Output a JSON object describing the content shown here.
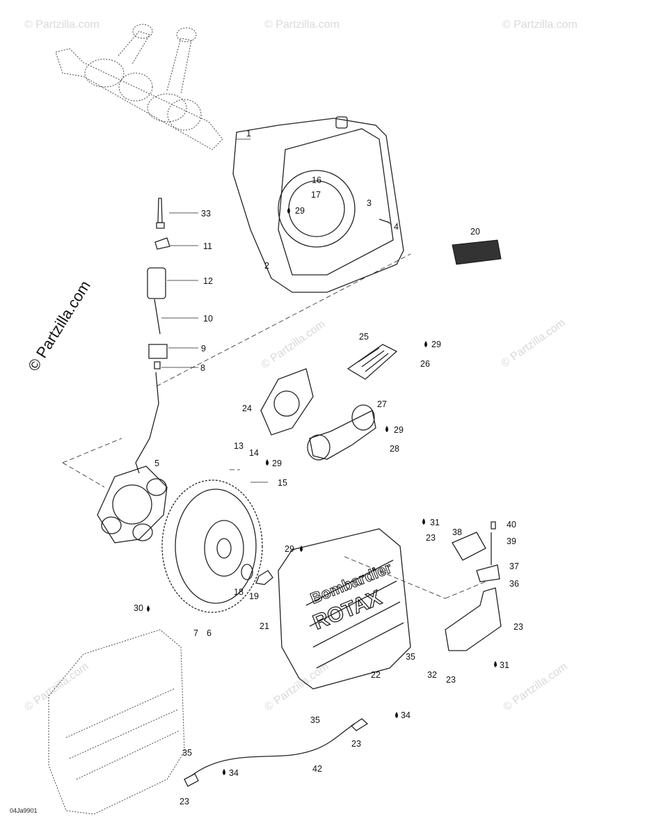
{
  "watermark": {
    "text": "© Partzilla.com"
  },
  "reference_code": "04Ja9901",
  "callouts": [
    {
      "label": "1"
    },
    {
      "label": "2"
    },
    {
      "label": "3"
    },
    {
      "label": "4"
    },
    {
      "label": "16"
    },
    {
      "label": "17"
    },
    {
      "label": "29"
    },
    {
      "label": "20"
    },
    {
      "label": "33"
    },
    {
      "label": "11"
    },
    {
      "label": "12"
    },
    {
      "label": "10"
    },
    {
      "label": "9"
    },
    {
      "label": "8"
    },
    {
      "label": "25"
    },
    {
      "label": "29"
    },
    {
      "label": "26"
    },
    {
      "label": "24"
    },
    {
      "label": "27"
    },
    {
      "label": "29"
    },
    {
      "label": "28"
    },
    {
      "label": "5"
    },
    {
      "label": "13"
    },
    {
      "label": "14"
    },
    {
      "label": "29"
    },
    {
      "label": "15"
    },
    {
      "label": "31"
    },
    {
      "label": "23"
    },
    {
      "label": "38"
    },
    {
      "label": "40"
    },
    {
      "label": "39"
    },
    {
      "label": "37"
    },
    {
      "label": "36"
    },
    {
      "label": "29"
    },
    {
      "label": "18"
    },
    {
      "label": "19"
    },
    {
      "label": "21"
    },
    {
      "label": "30"
    },
    {
      "label": "7"
    },
    {
      "label": "6"
    },
    {
      "label": "35"
    },
    {
      "label": "22"
    },
    {
      "label": "23"
    },
    {
      "label": "31"
    },
    {
      "label": "32"
    },
    {
      "label": "23"
    },
    {
      "label": "35"
    },
    {
      "label": "34"
    },
    {
      "label": "23"
    },
    {
      "label": "42"
    },
    {
      "label": "35"
    },
    {
      "label": "34"
    },
    {
      "label": "23"
    }
  ],
  "cover_text": {
    "brand_line_1": "Bombardier",
    "brand_line_2": "ROTAX"
  }
}
